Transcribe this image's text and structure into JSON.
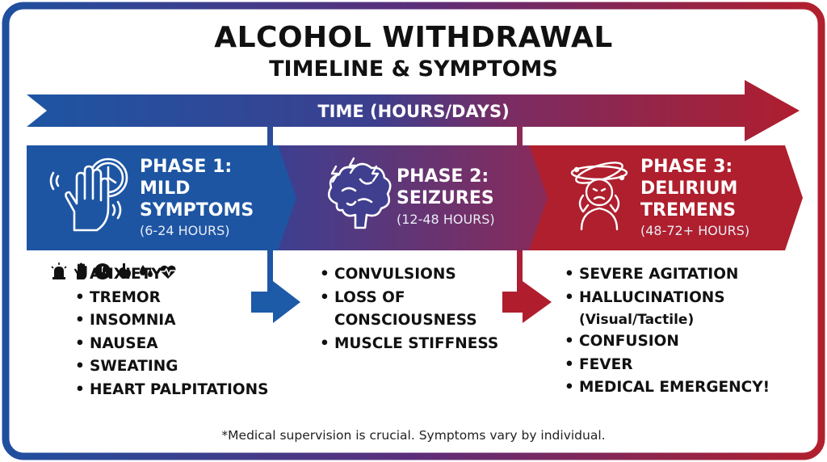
{
  "title": {
    "line1": "ALCOHOL WITHDRAWAL",
    "line2": "TIMELINE & SYMPTOMS"
  },
  "timeline": {
    "label": "TIME (HOURS/DAYS)",
    "direction_icon": "arrow-right-icon"
  },
  "colors": {
    "blue": "#1c4fa0",
    "purple": "#5b2e7a",
    "red": "#b01e2e",
    "text": "#111111"
  },
  "phases": [
    {
      "title_line1": "PHASE 1:",
      "title_line2": "MILD",
      "title_line3": "SYMPTOMS",
      "time": "(6-24 HOURS)",
      "icon": "hand-tremor-clock-icon",
      "symptoms": [
        "ANXIETY",
        "TREMOR",
        "INSOMNIA",
        "NAUSEA",
        "SWEATING",
        "HEART PALPITATIONS"
      ],
      "symptom_icons": [
        "alarm-icon",
        "hand-icon",
        "clock-icon",
        "stomach-icon",
        "sweat-drops-icon",
        "heartbeat-icon"
      ]
    },
    {
      "title_line1": "PHASE 2:",
      "title_line2": "SEIZURES",
      "time": "(12-48 HOURS)",
      "icon": "brain-lightning-icon",
      "symptoms": [
        "CONVULSIONS",
        "LOSS OF",
        "CONSCIOUSNESS",
        "MUSCLE STIFFNESS"
      ]
    },
    {
      "title_line1": "PHASE 3:",
      "title_line2": "DELIRIUM",
      "title_line3": "TREMENS",
      "time": "(48-72+ HOURS)",
      "icon": "confused-person-icon",
      "symptoms": [
        "SEVERE AGITATION",
        "HALLUCINATIONS",
        "(Visual/Tactile)",
        "CONFUSION",
        "FEVER",
        "MEDICAL EMERGENCY!"
      ]
    }
  ],
  "footnote": "*Medical supervision is crucial. Symptoms vary by individual."
}
